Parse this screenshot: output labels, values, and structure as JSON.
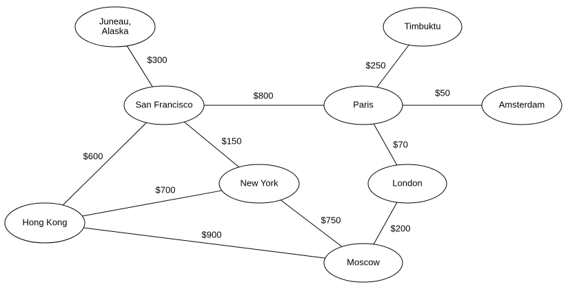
{
  "nodes": [
    {
      "id": "juneau",
      "lines": [
        "Juneau,",
        "Alaska"
      ]
    },
    {
      "id": "timbuktu",
      "lines": [
        "Timbuktu"
      ]
    },
    {
      "id": "sanfrancisco",
      "lines": [
        "San Francisco"
      ]
    },
    {
      "id": "paris",
      "lines": [
        "Paris"
      ]
    },
    {
      "id": "amsterdam",
      "lines": [
        "Amsterdam"
      ]
    },
    {
      "id": "newyork",
      "lines": [
        "New York"
      ]
    },
    {
      "id": "london",
      "lines": [
        "London"
      ]
    },
    {
      "id": "hongkong",
      "lines": [
        "Hong Kong"
      ]
    },
    {
      "id": "moscow",
      "lines": [
        "Moscow"
      ]
    }
  ],
  "edges": [
    {
      "from": "juneau",
      "to": "sanfrancisco",
      "label": "$300"
    },
    {
      "from": "sanfrancisco",
      "to": "paris",
      "label": "$800"
    },
    {
      "from": "timbuktu",
      "to": "paris",
      "label": "$250"
    },
    {
      "from": "paris",
      "to": "amsterdam",
      "label": "$50"
    },
    {
      "from": "sanfrancisco",
      "to": "newyork",
      "label": "$150"
    },
    {
      "from": "sanfrancisco",
      "to": "hongkong",
      "label": "$600"
    },
    {
      "from": "paris",
      "to": "london",
      "label": "$70"
    },
    {
      "from": "hongkong",
      "to": "newyork",
      "label": "$700"
    },
    {
      "from": "newyork",
      "to": "moscow",
      "label": "$750"
    },
    {
      "from": "london",
      "to": "moscow",
      "label": "$200"
    },
    {
      "from": "hongkong",
      "to": "moscow",
      "label": "$900"
    }
  ]
}
